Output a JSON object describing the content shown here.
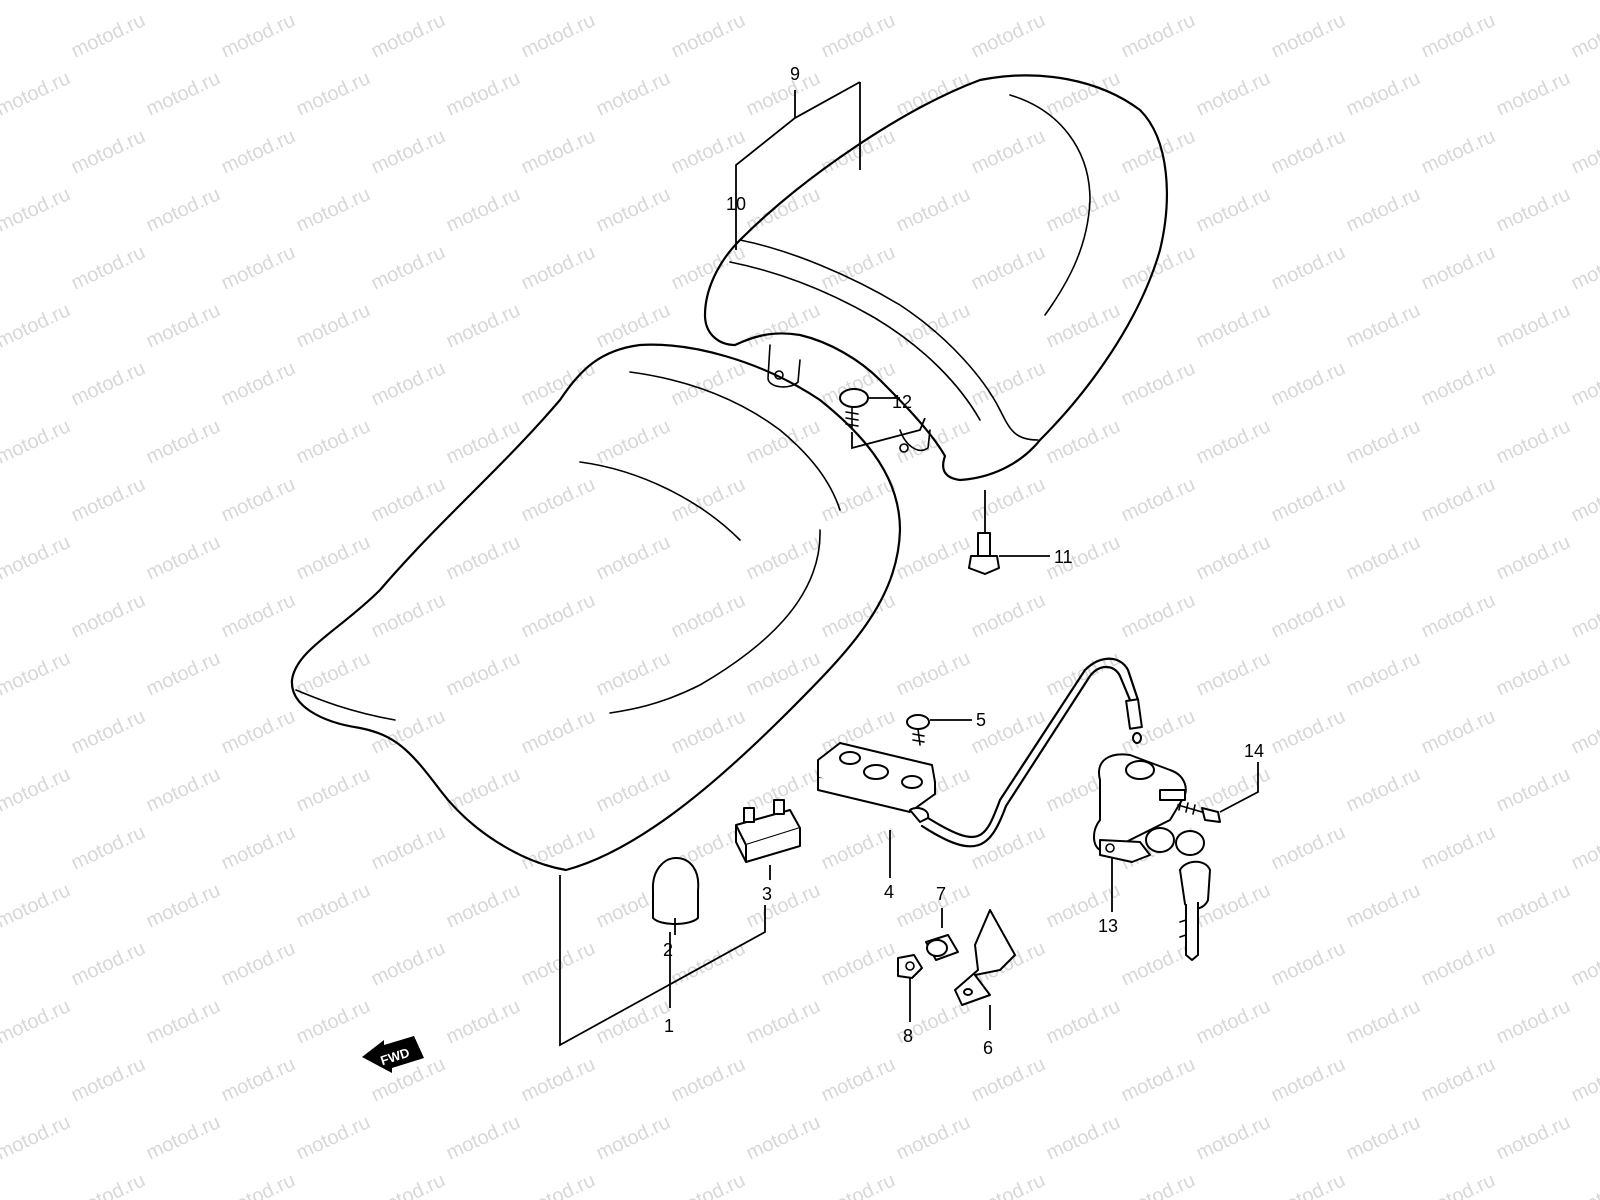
{
  "watermark": "motod.ru",
  "fwd_label": "FWD",
  "callouts": {
    "c1": "1",
    "c2": "2",
    "c3": "3",
    "c4": "4",
    "c5": "5",
    "c6": "6",
    "c7": "7",
    "c8": "8",
    "c9": "9",
    "c10": "10",
    "c11": "11",
    "c12": "12",
    "c13": "13",
    "c14": "14"
  }
}
